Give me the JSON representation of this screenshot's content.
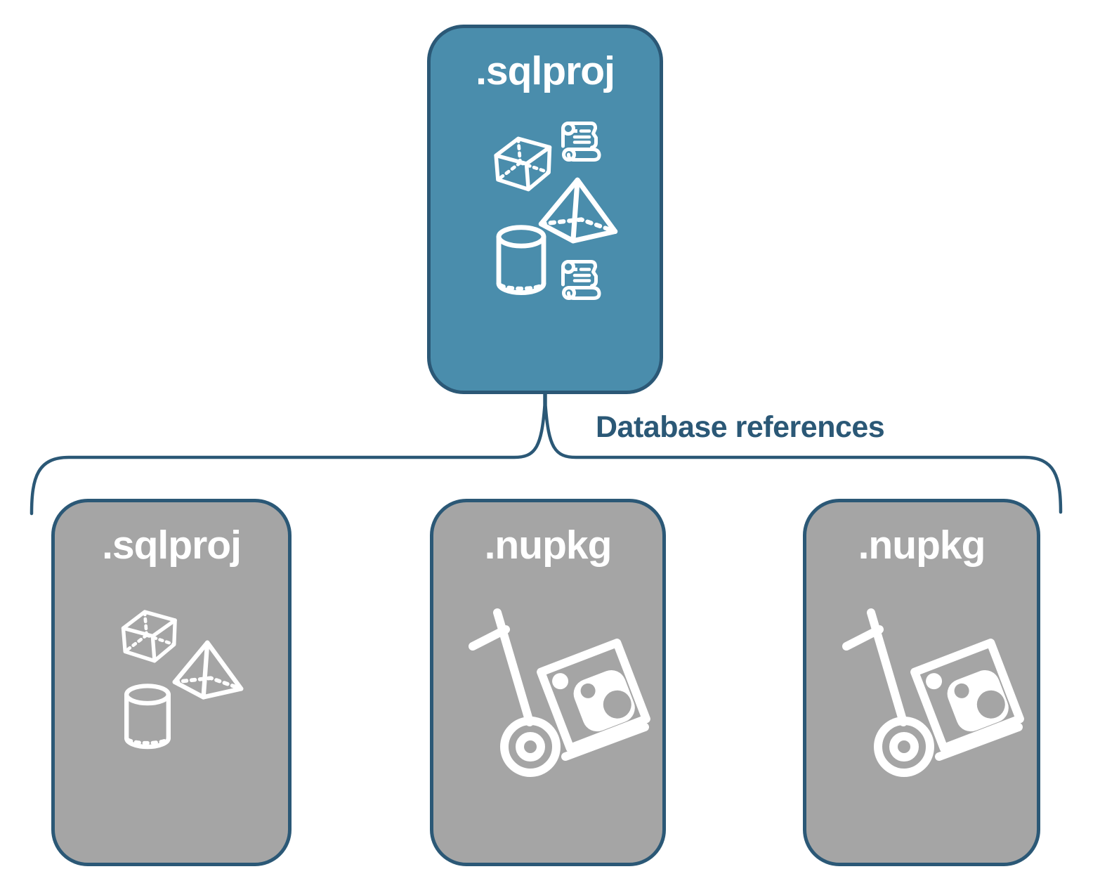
{
  "diagram": {
    "root": {
      "label": ".sqlproj",
      "fill_color": "#4a8dac",
      "icons": [
        "cube-icon",
        "scroll-icon",
        "pyramid-icon",
        "cylinder-icon",
        "scroll-icon"
      ]
    },
    "connector": {
      "type": "curly-brace",
      "label": "Database references",
      "color": "#2b5876"
    },
    "children": [
      {
        "label": ".sqlproj",
        "fill_color": "#a5a5a5",
        "icons": [
          "cube-icon",
          "pyramid-icon",
          "cylinder-icon"
        ]
      },
      {
        "label": ".nupkg",
        "fill_color": "#a5a5a5",
        "icons": [
          "nuget-handtruck-icon"
        ]
      },
      {
        "label": ".nupkg",
        "fill_color": "#a5a5a5",
        "icons": [
          "nuget-handtruck-icon"
        ]
      }
    ],
    "colors": {
      "node_border": "#2b5876",
      "label_text": "#2b5876",
      "icon_stroke": "#ffffff",
      "title_text": "#ffffff",
      "root_fill": "#4a8dac",
      "child_fill": "#a5a5a5",
      "background": "#ffffff"
    }
  }
}
